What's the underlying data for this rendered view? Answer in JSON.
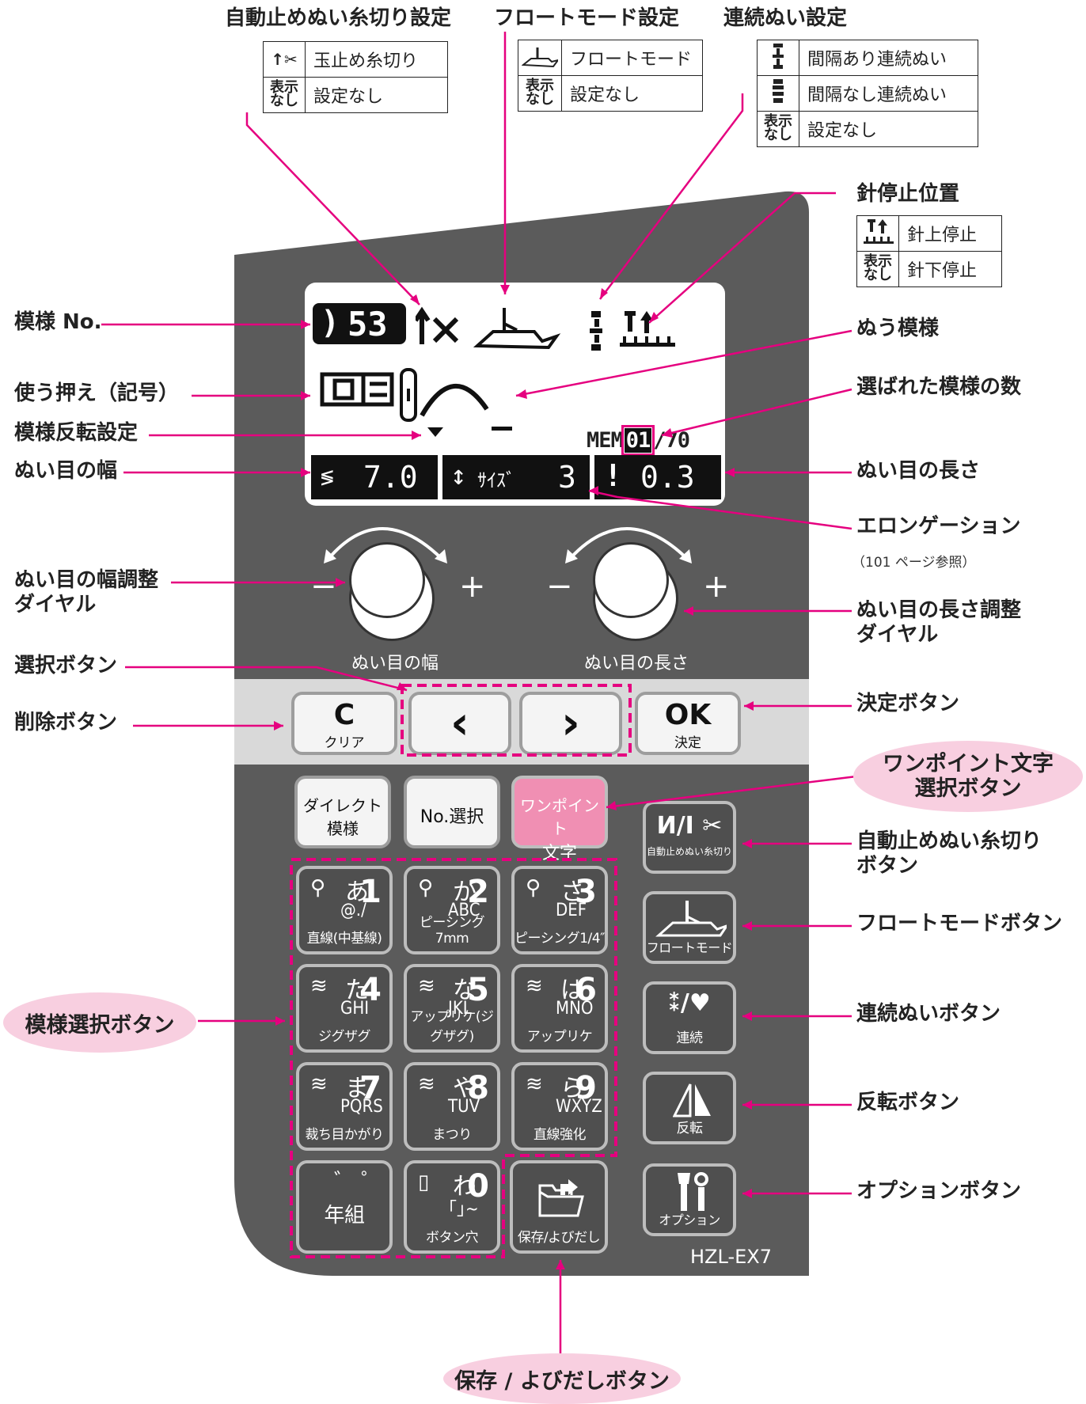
{
  "callouts": {
    "auto_lock_title": "自動止めぬい糸切り設定",
    "float_title": "フロートモード設定",
    "continuous_title": "連続ぬい設定",
    "needle_stop_title": "針停止位置",
    "pattern_no": "模様 No.",
    "foot": "使う押え（記号）",
    "mirror_setting": "模様反転設定",
    "stitch_width": "ぬい目の幅",
    "width_dial_1": "ぬい目の幅調整",
    "width_dial_2": "ダイヤル",
    "select_button": "選択ボタン",
    "delete_button": "削除ボタン",
    "pattern_select_button": "模様選択ボタン",
    "sew_pattern": "ぬう模様",
    "selected_count": "選ばれた模様の数",
    "stitch_length": "ぬい目の長さ",
    "elongation": "エロンゲーション",
    "elongation_ref": "（101 ページ参照）",
    "length_dial_1": "ぬい目の長さ調整",
    "length_dial_2": "ダイヤル",
    "ok_button": "決定ボタン",
    "onepoint_button_1": "ワンポイント文字",
    "onepoint_button_2": "選択ボタン",
    "auto_lock_button_1": "自動止めぬい糸切り",
    "auto_lock_button_2": "ボタン",
    "float_button": "フロートモードボタン",
    "continuous_button": "連続ぬいボタン",
    "mirror_button": "反転ボタン",
    "option_button": "オプションボタン",
    "save_button": "保存 / よびだしボタン"
  },
  "legends": {
    "auto_lock": [
      {
        "icon": "↑✂",
        "label": "玉止め糸切り"
      },
      {
        "icon": "表示なし",
        "label": "設定なし"
      }
    ],
    "float": [
      {
        "icon": "float-icon",
        "label": "フロートモード"
      },
      {
        "icon": "表示なし",
        "label": "設定なし"
      }
    ],
    "continuous": [
      {
        "icon": "spaced-icon",
        "label": "間隔あり連続ぬい"
      },
      {
        "icon": "nospace-icon",
        "label": "間隔なし連続ぬい"
      },
      {
        "icon": "表示なし",
        "label": "設定なし"
      }
    ],
    "needle_stop": [
      {
        "icon": "needle-up-icon",
        "label": "針上停止"
      },
      {
        "icon": "表示なし",
        "label": "針下停止"
      }
    ],
    "none_line1": "表示",
    "none_line2": "なし"
  },
  "lcd": {
    "pattern_no": "53",
    "mem_label": "MEM",
    "mem_current": "01",
    "mem_total": "/70",
    "width_value": "7.0",
    "size_label": "ｻｲｽﾞ",
    "size_value": "3",
    "length_value": "0.3"
  },
  "dials": {
    "minus": "−",
    "plus": "+",
    "width_label": "ぬい目の幅",
    "length_label": "ぬい目の長さ"
  },
  "strip_buttons": {
    "clear_big": "C",
    "clear_small": "クリア",
    "left": "‹",
    "right": "›",
    "ok_big": "OK",
    "ok_small": "決定"
  },
  "mode_buttons": {
    "direct_1": "ダイレクト",
    "direct_2": "模様",
    "no_select": "No.選択",
    "onepoint_1": "ワンポイント",
    "onepoint_2": "文字"
  },
  "keypad": [
    {
      "kana": "あ",
      "num": "1",
      "sub": "@./",
      "label": "直線(中基線)"
    },
    {
      "kana": "か",
      "num": "2",
      "sub": "ABC",
      "label": "ピーシング7mm"
    },
    {
      "kana": "さ",
      "num": "3",
      "sub": "DEF",
      "label": "ピーシング1/4″"
    },
    {
      "kana": "た",
      "num": "4",
      "sub": "GHI",
      "label": "ジグザグ"
    },
    {
      "kana": "な",
      "num": "5",
      "sub": "JKL",
      "label": "アップリケ(ジグザグ)"
    },
    {
      "kana": "は",
      "num": "6",
      "sub": "MNO",
      "label": "アップリケ"
    },
    {
      "kana": "ま",
      "num": "7",
      "sub": "PQRS",
      "label": "裁ち目かがり"
    },
    {
      "kana": "や",
      "num": "8",
      "sub": "TUV",
      "label": "まつり"
    },
    {
      "kana": "ら",
      "num": "9",
      "sub": "WXYZ",
      "label": "直線強化"
    },
    {
      "kana": "゛ ゜",
      "num": "",
      "sub": "",
      "label": "年組"
    },
    {
      "kana": "わ",
      "num": "0",
      "sub": "｢｣~",
      "label": "ボタン穴"
    }
  ],
  "keypad_extra": {
    "key3_prefix": "1/4\"",
    "key2_prefix": "7",
    "save_label": "保存/よびだし"
  },
  "side_buttons": {
    "auto_lock_glyph": "И/I ✂",
    "auto_lock_label": "自動止めぬい糸切り",
    "float_label": "フロートモード",
    "continuous_label": "連続",
    "mirror_label": "反転",
    "option_label": "オプション"
  },
  "model": "HZL-EX7",
  "colors": {
    "panel": "#5b5b5b",
    "accent": "#e5007f",
    "bubble": "#f8cfe0",
    "pink_key": "#f08fb3"
  }
}
